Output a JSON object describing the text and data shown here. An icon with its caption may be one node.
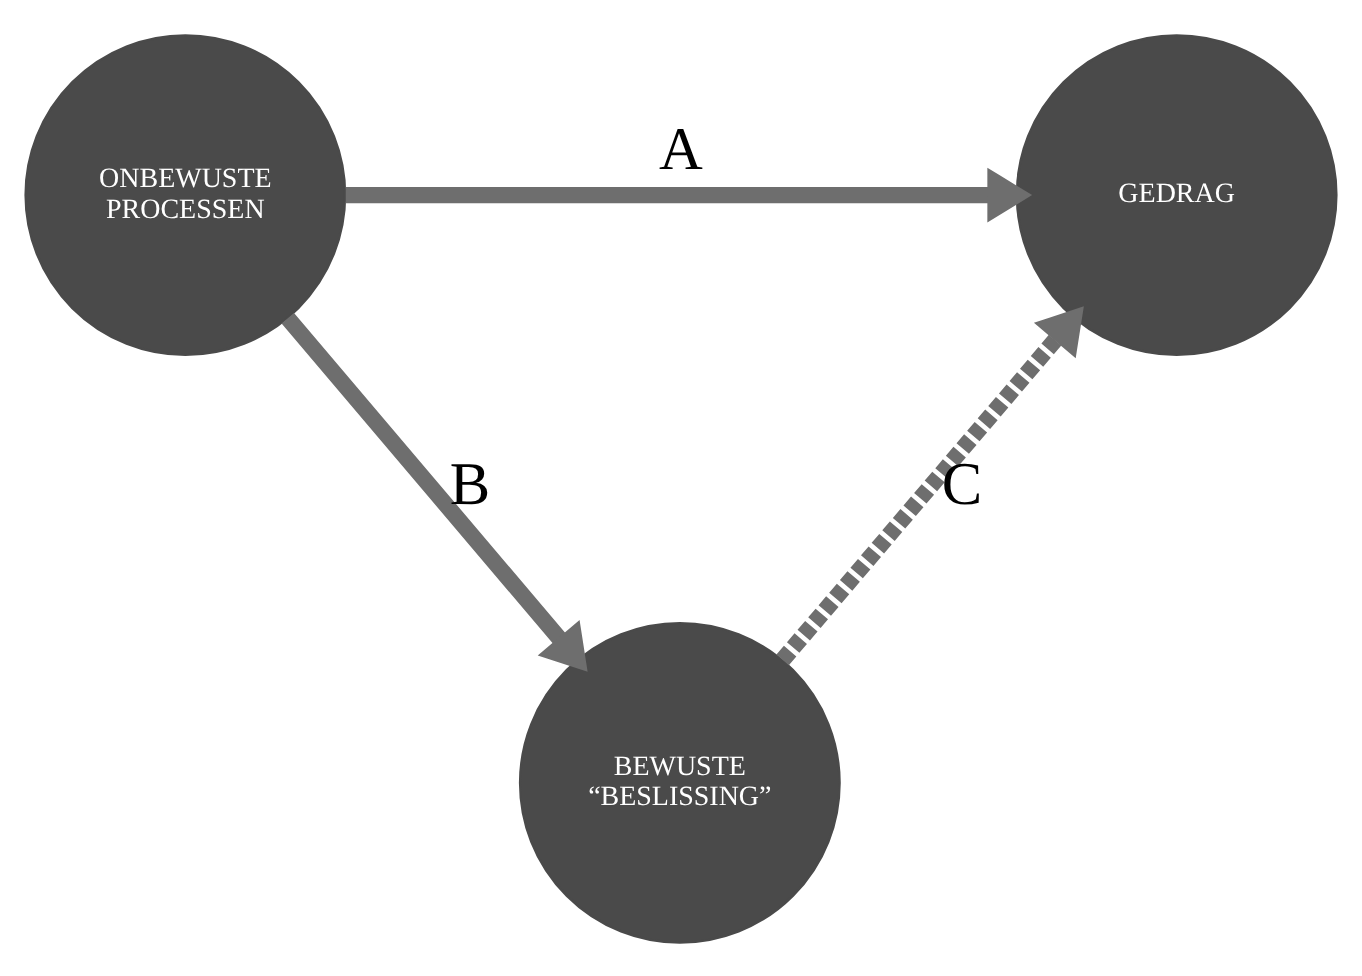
{
  "diagram": {
    "nodes": [
      {
        "text": [
          "ONBEWUSTE PROCESSEN"
        ]
      },
      {
        "text": [
          "GEDRAG"
        ]
      },
      {
        "text": [
          "BEWUSTE “BESLISSING”"
        ]
      }
    ],
    "edges": [
      {
        "from": 0,
        "to": 1,
        "arrow": "to",
        "label": "A"
      },
      {
        "from": 0,
        "to": 2,
        "arrow": "to",
        "label": "B"
      },
      {
        "from": 2,
        "to": 1,
        "arrow": "to",
        "label": "C",
        "style": "dashed"
      }
    ]
  }
}
